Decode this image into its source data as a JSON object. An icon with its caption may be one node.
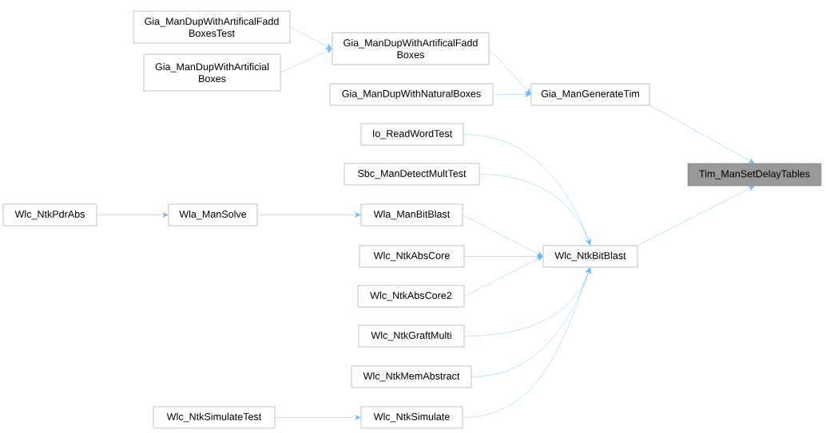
{
  "diagram": {
    "nodes": [
      {
        "text": [
          "Tim_ManSetDelayTables"
        ]
      },
      {
        "text": [
          "Gia_ManGenerateTim"
        ]
      },
      {
        "text": [
          "Gia_ManDupWithArtificalFadd Boxes"
        ]
      },
      {
        "text": [
          "Gia_ManDupWithArtificalFadd BoxesTest"
        ]
      },
      {
        "text": [
          "Gia_ManDupWithArtificial Boxes"
        ]
      },
      {
        "text": [
          "Gia_ManDupWithNaturalBoxes"
        ]
      },
      {
        "text": [
          "Wlc_NtkBitBlast"
        ]
      },
      {
        "text": [
          "Io_ReadWordTest"
        ]
      },
      {
        "text": [
          "Sbc_ManDetectMultTest"
        ]
      },
      {
        "text": [
          "Wla_ManBitBlast"
        ]
      },
      {
        "text": [
          "Wla_ManSolve"
        ]
      },
      {
        "text": [
          "Wlc_NtkPdrAbs"
        ]
      },
      {
        "text": [
          "Wlc_NtkAbsCore"
        ]
      },
      {
        "text": [
          "Wlc_NtkAbsCore2"
        ]
      },
      {
        "text": [
          "Wlc_NtkGraftMulti"
        ]
      },
      {
        "text": [
          "Wlc_NtkMemAbstract"
        ]
      },
      {
        "text": [
          "Wlc_NtkSimulate"
        ]
      },
      {
        "text": [
          "Wlc_NtkSimulateTest"
        ]
      }
    ],
    "edges": [
      {
        "from": 1,
        "to": 0,
        "arrow": "to"
      },
      {
        "from": 6,
        "to": 0,
        "arrow": "to"
      },
      {
        "from": 2,
        "to": 1,
        "arrow": "to"
      },
      {
        "from": 5,
        "to": 1,
        "arrow": "to"
      },
      {
        "from": 3,
        "to": 2,
        "arrow": "to"
      },
      {
        "from": 4,
        "to": 2,
        "arrow": "to"
      },
      {
        "from": 7,
        "to": 6,
        "arrow": "to"
      },
      {
        "from": 8,
        "to": 6,
        "arrow": "to"
      },
      {
        "from": 9,
        "to": 6,
        "arrow": "to"
      },
      {
        "from": 12,
        "to": 6,
        "arrow": "to"
      },
      {
        "from": 13,
        "to": 6,
        "arrow": "to"
      },
      {
        "from": 14,
        "to": 6,
        "arrow": "to"
      },
      {
        "from": 15,
        "to": 6,
        "arrow": "to"
      },
      {
        "from": 16,
        "to": 6,
        "arrow": "to"
      },
      {
        "from": 10,
        "to": 9,
        "arrow": "to"
      },
      {
        "from": 11,
        "to": 10,
        "arrow": "to"
      },
      {
        "from": 17,
        "to": 16,
        "arrow": "to"
      }
    ]
  }
}
